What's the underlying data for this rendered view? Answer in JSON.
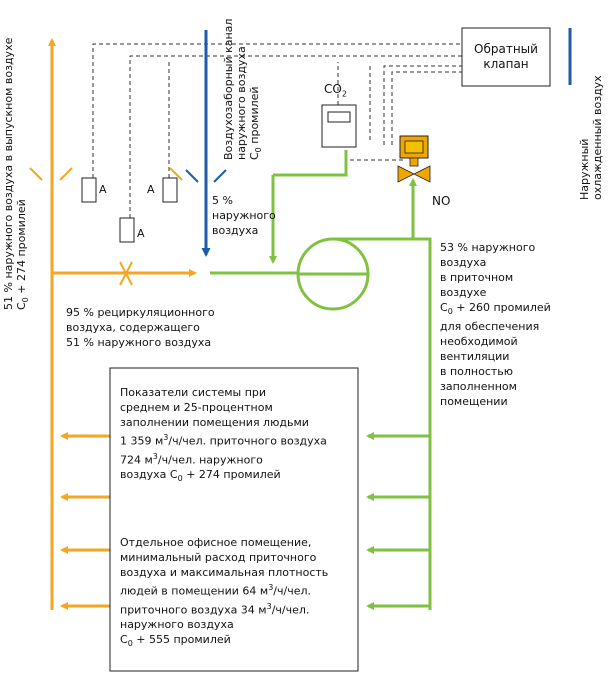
{
  "colors": {
    "orange": "#f5a623",
    "blue": "#1f5ca8",
    "green": "#7fc242",
    "dashed": "#333333",
    "valve": "#f0a500"
  },
  "labels": {
    "exhaust_vertical": {
      "line1": "51 % наружного воздуха в выпускном воздухе",
      "line2_pre": "C",
      "line2_sub": "0",
      "line2_post": " + 274 промилей"
    },
    "intake_vertical": {
      "line1": "Воздухозаборный канал",
      "line2": "наружного воздуха",
      "line3_pre": "C",
      "line3_sub": "0",
      "line3_post": " промилей"
    },
    "cooled_vertical": {
      "line1": "Наружный",
      "line2": "охлажденный воздух"
    },
    "outdoor_5": {
      "line1": "5 %",
      "line2": "наружного",
      "line3": "воздуха"
    },
    "recirc": {
      "line1": "95 % рециркуляционного",
      "line2": "воздуха, содержащего",
      "line3": "51 % наружного воздуха"
    },
    "supply_53": {
      "line1": "53 % наружного",
      "line2": "воздуха",
      "line3": "в приточном",
      "line4": "воздухе",
      "line5_pre": "C",
      "line5_sub": "0",
      "line5_post": " + 260 промилей",
      "line6": "для обеспечения",
      "line7": "необходимой",
      "line8": "вентиляции",
      "line9": "в полностью",
      "line10": "заполненном",
      "line11": "помещении"
    },
    "check_valve": {
      "line1": "Обратный",
      "line2": "клапан"
    },
    "co2_pre": "CO",
    "co2_sub": "2",
    "no": "NO",
    "sensor_a": "A"
  },
  "info_box": {
    "p1": {
      "l1": "Показатели системы при",
      "l2": "среднем и 25-процентном",
      "l3": "заполнении помещения людьми",
      "l4_pre": "1 359 м",
      "l4_sup": "3",
      "l4_post": "/ч/чел. приточного воздуха",
      "l5_pre": "724 м",
      "l5_sup": "3",
      "l5_post": "/ч/чел. наружного",
      "l6_pre": "воздуха C",
      "l6_sub": "0",
      "l6_post": " + 274 промилей"
    },
    "p2": {
      "l1": "Отдельное офисное помещение,",
      "l2": "минимальный расход приточного",
      "l3": "воздуха и максимальная плотность",
      "l4_pre": "людей в помещении 64 м",
      "l4_sup": "3",
      "l4_post": "/ч/чел.",
      "l5_pre": "приточного воздуха 34 м",
      "l5_sup": "3",
      "l5_post": "/ч/чел.",
      "l6": "наружного воздуха",
      "l7_pre": "C",
      "l7_sub": "0",
      "l7_post": " + 555 промилей"
    }
  }
}
